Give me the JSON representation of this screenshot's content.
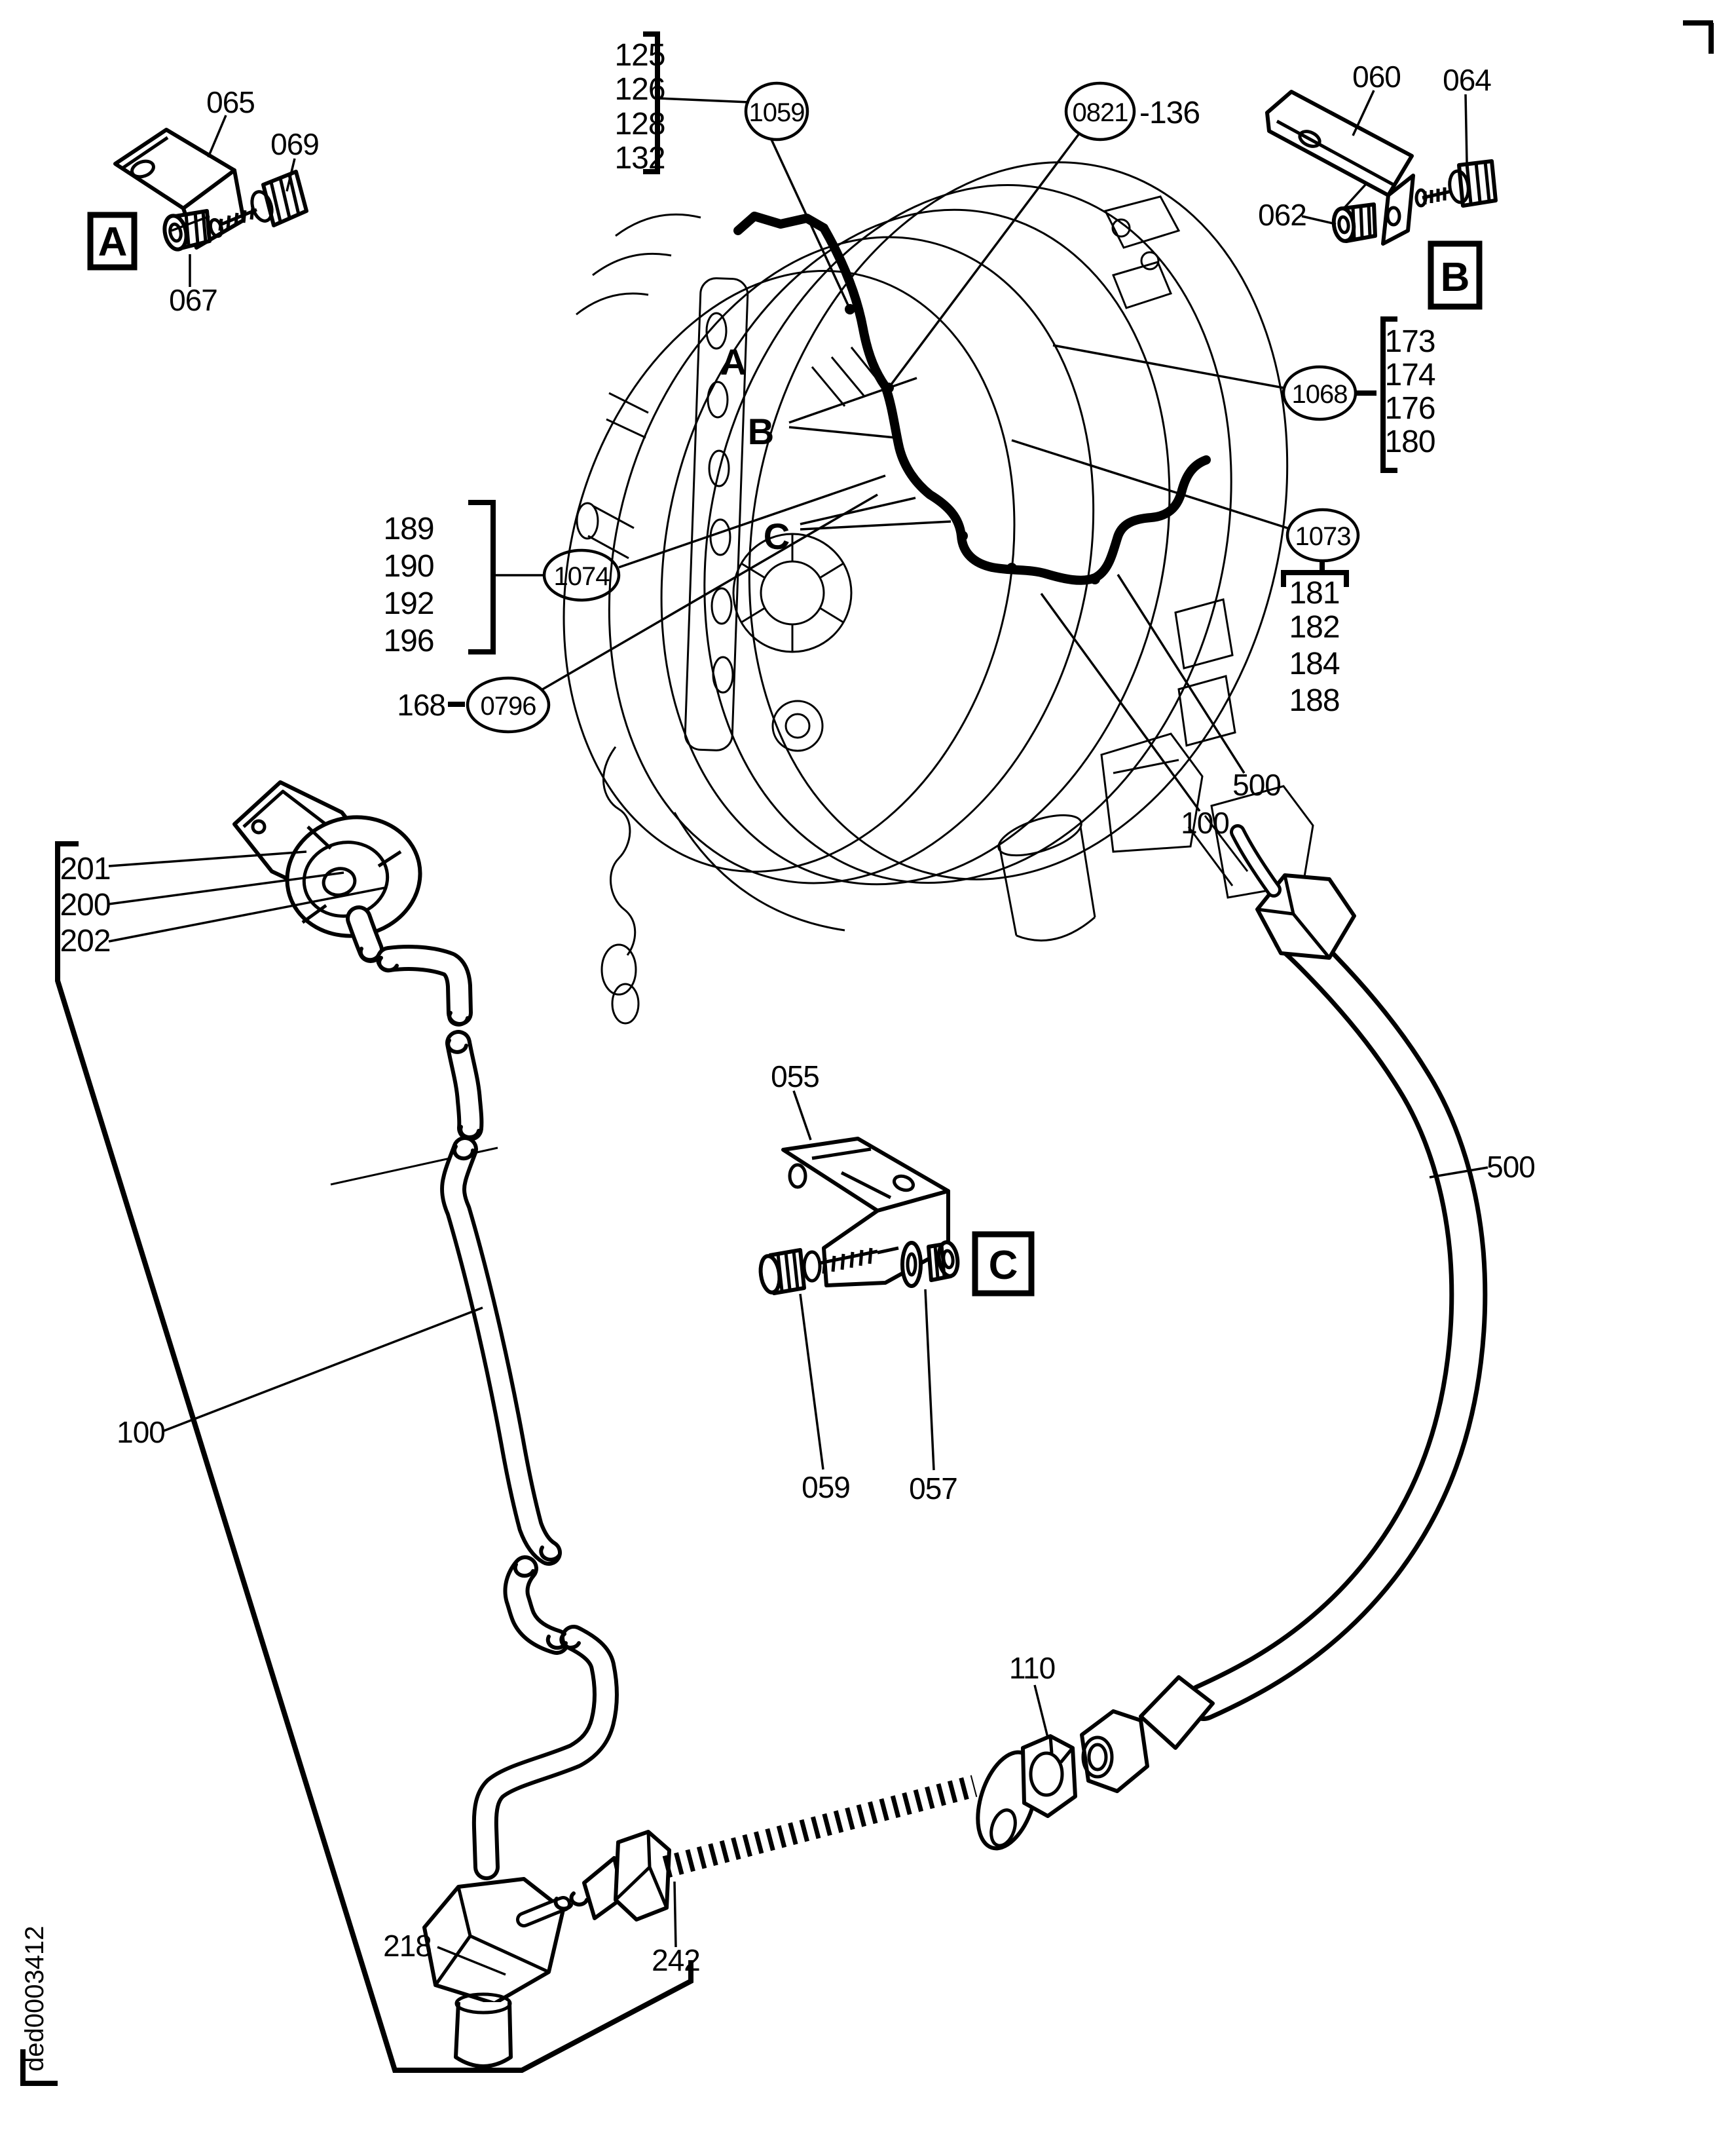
{
  "colors": {
    "ink": "#000000",
    "paper": "#ffffff"
  },
  "figure_code": {
    "text": "ded0003412"
  },
  "detail_boxes": {
    "a": "A",
    "b": "B",
    "c": "C"
  },
  "engine_markers": {
    "a": "A",
    "b": "B",
    "c": "C"
  },
  "parts": {
    "p065": "065",
    "p069": "069",
    "p067": "067",
    "p060": "060",
    "p064": "064",
    "p062": "062",
    "p055": "055",
    "p059": "059",
    "p057": "057",
    "p110": "110",
    "p218": "218",
    "p242": "242",
    "p168": "168",
    "p136": "-136",
    "p500_engine": "500",
    "p100_engine": "100",
    "p500_hose": "500",
    "p100_pipe": "100"
  },
  "ref_circles": {
    "c1059": "1059",
    "c0821": "0821",
    "c1068": "1068",
    "c1073": "1073",
    "c1074": "1074",
    "c0796": "0796"
  },
  "stacks": {
    "top": {
      "items": [
        "125",
        "126",
        "128",
        "132"
      ]
    },
    "s1068": {
      "items": [
        "173",
        "174",
        "176",
        "180"
      ]
    },
    "s1073": {
      "items": [
        "181",
        "182",
        "184",
        "188"
      ]
    },
    "s1074": {
      "items": [
        "189",
        "190",
        "192",
        "196"
      ]
    },
    "plug": {
      "items": [
        "201",
        "200",
        "202"
      ]
    }
  }
}
